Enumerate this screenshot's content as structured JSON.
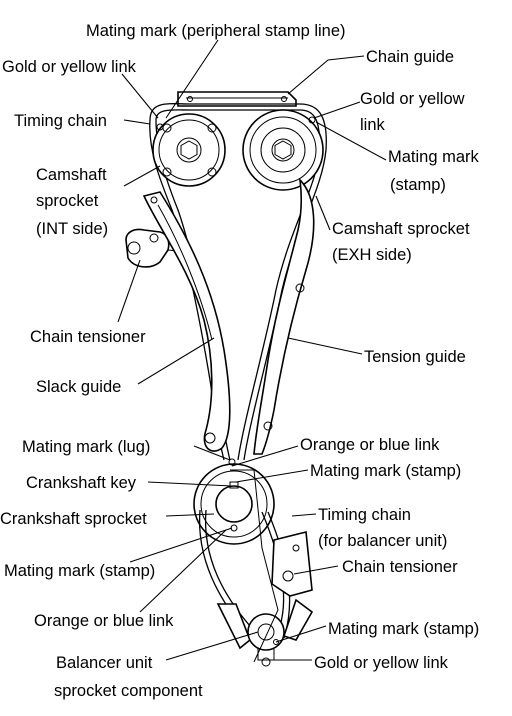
{
  "labels": {
    "mating_mark_peripheral": "Mating mark (peripheral stamp line)",
    "chain_guide": "Chain guide",
    "gold_yellow_left": "Gold or yellow link",
    "gold_yellow_right_1": "Gold or yellow",
    "gold_yellow_right_2": "link",
    "timing_chain": "Timing chain",
    "mating_mark_stamp_right_1": "Mating mark",
    "mating_mark_stamp_right_2": "(stamp)",
    "cam_int_1": "Camshaft",
    "cam_int_2": "sprocket",
    "cam_int_3": "(INT side)",
    "cam_exh_1": "Camshaft sprocket",
    "cam_exh_2": "(EXH side)",
    "chain_tensioner_upper": "Chain tensioner",
    "tension_guide": "Tension guide",
    "slack_guide": "Slack guide",
    "mating_mark_lug": "Mating mark (lug)",
    "orange_blue_upper": "Orange or blue link",
    "crankshaft_key": "Crankshaft key",
    "mating_mark_stamp_mid": "Mating mark (stamp)",
    "crankshaft_sprocket": "Crankshaft sprocket",
    "timing_chain_bal_1": "Timing chain",
    "timing_chain_bal_2": "(for balancer unit)",
    "mating_mark_stamp_left": "Mating mark (stamp)",
    "chain_tensioner_lower": "Chain tensioner",
    "orange_blue_lower": "Orange or blue link",
    "mating_mark_stamp_bottom": "Mating mark (stamp)",
    "balancer_1": "Balancer unit",
    "balancer_2": "sprocket component",
    "gold_yellow_bottom": "Gold or yellow link"
  }
}
